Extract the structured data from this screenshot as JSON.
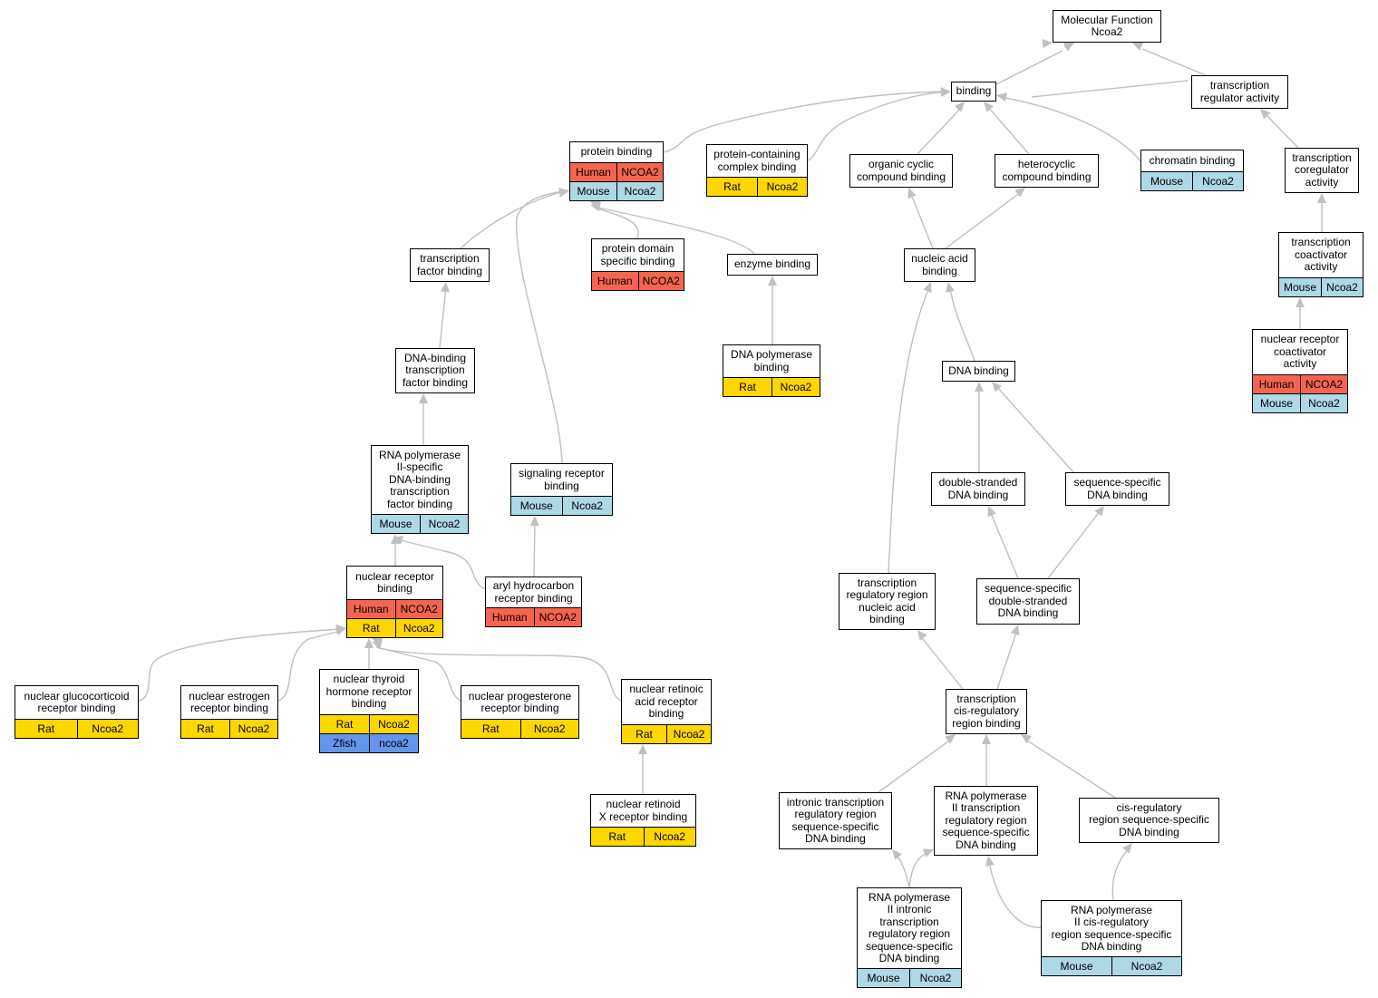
{
  "colors": {
    "Human": "#f4644e",
    "Mouse": "#add8e6",
    "Rat": "#ffd700",
    "Zfish": "#6495ed",
    "edge": "#c0c0c0"
  },
  "nodes": [
    {
      "id": "mf",
      "label": "Molecular Function\nNcoa2",
      "rows": []
    },
    {
      "id": "binding",
      "label": "binding",
      "rows": []
    },
    {
      "id": "tra",
      "label": "transcription\nregulator activity",
      "rows": []
    },
    {
      "id": "pb",
      "label": "protein binding",
      "rows": [
        [
          "Human",
          "NCOA2"
        ],
        [
          "Mouse",
          "Ncoa2"
        ]
      ]
    },
    {
      "id": "pccb",
      "label": "protein-containing\ncomplex binding",
      "rows": [
        [
          "Rat",
          "Ncoa2"
        ]
      ]
    },
    {
      "id": "occb",
      "label": "organic cyclic\ncompound binding",
      "rows": []
    },
    {
      "id": "hcb",
      "label": "heterocyclic\ncompound binding",
      "rows": []
    },
    {
      "id": "cb",
      "label": "chromatin binding",
      "rows": [
        [
          "Mouse",
          "Ncoa2"
        ]
      ]
    },
    {
      "id": "tcra",
      "label": "transcription\ncoregulator\nactivity",
      "rows": []
    },
    {
      "id": "tfb",
      "label": "transcription\nfactor binding",
      "rows": []
    },
    {
      "id": "pdsb",
      "label": "protein domain\nspecific binding",
      "rows": [
        [
          "Human",
          "NCOA2"
        ]
      ]
    },
    {
      "id": "eb",
      "label": "enzyme binding",
      "rows": []
    },
    {
      "id": "nab",
      "label": "nucleic acid\nbinding",
      "rows": []
    },
    {
      "id": "tcaa",
      "label": "transcription\ncoactivator\nactivity",
      "rows": [
        [
          "Mouse",
          "Ncoa2"
        ]
      ]
    },
    {
      "id": "nrca",
      "label": "nuclear receptor\ncoactivator\nactivity",
      "rows": [
        [
          "Human",
          "NCOA2"
        ],
        [
          "Mouse",
          "Ncoa2"
        ]
      ]
    },
    {
      "id": "dbtfb",
      "label": "DNA-binding\ntranscription\nfactor binding",
      "rows": []
    },
    {
      "id": "dpb",
      "label": "DNA polymerase\nbinding",
      "rows": [
        [
          "Rat",
          "Ncoa2"
        ]
      ]
    },
    {
      "id": "db",
      "label": "DNA binding",
      "rows": []
    },
    {
      "id": "rnap2",
      "label": "RNA polymerase\nII-specific\nDNA-binding\ntranscription\nfactor binding",
      "rows": [
        [
          "Mouse",
          "Ncoa2"
        ]
      ]
    },
    {
      "id": "srb",
      "label": "signaling receptor\nbinding",
      "rows": [
        [
          "Mouse",
          "Ncoa2"
        ]
      ]
    },
    {
      "id": "dsdb",
      "label": "double-stranded\nDNA binding",
      "rows": []
    },
    {
      "id": "ssdb",
      "label": "sequence-specific\nDNA binding",
      "rows": []
    },
    {
      "id": "nrb",
      "label": "nuclear receptor\nbinding",
      "rows": [
        [
          "Human",
          "NCOA2"
        ],
        [
          "Rat",
          "Ncoa2"
        ]
      ]
    },
    {
      "id": "ahrb",
      "label": "aryl hydrocarbon\nreceptor binding",
      "rows": [
        [
          "Human",
          "NCOA2"
        ]
      ]
    },
    {
      "id": "trrnab",
      "label": "transcription\nregulatory region\nnucleic acid\nbinding",
      "rows": []
    },
    {
      "id": "ssdsdb",
      "label": "sequence-specific\ndouble-stranded\nDNA binding",
      "rows": []
    },
    {
      "id": "ngrb",
      "label": "nuclear glucocorticoid\nreceptor binding",
      "rows": [
        [
          "Rat",
          "Ncoa2"
        ]
      ]
    },
    {
      "id": "nerb",
      "label": "nuclear estrogen\nreceptor binding",
      "rows": [
        [
          "Rat",
          "Ncoa2"
        ]
      ]
    },
    {
      "id": "nthrb",
      "label": "nuclear thyroid\nhormone receptor\nbinding",
      "rows": [
        [
          "Rat",
          "Ncoa2"
        ],
        [
          "Zfish",
          "ncoa2"
        ]
      ]
    },
    {
      "id": "nprb",
      "label": "nuclear progesterone\nreceptor binding",
      "rows": [
        [
          "Rat",
          "Ncoa2"
        ]
      ]
    },
    {
      "id": "nrarb",
      "label": "nuclear retinoic\nacid receptor\nbinding",
      "rows": [
        [
          "Rat",
          "Ncoa2"
        ]
      ]
    },
    {
      "id": "tcrrb",
      "label": "transcription\ncis-regulatory\nregion binding",
      "rows": []
    },
    {
      "id": "nrxrb",
      "label": "nuclear retinoid\nX receptor binding",
      "rows": [
        [
          "Rat",
          "Ncoa2"
        ]
      ]
    },
    {
      "id": "itrr",
      "label": "intronic transcription\nregulatory region\nsequence-specific\nDNA binding",
      "rows": []
    },
    {
      "id": "rnap2trr",
      "label": "RNA polymerase\nII transcription\nregulatory region\nsequence-specific\nDNA binding",
      "rows": []
    },
    {
      "id": "crrss",
      "label": "cis-regulatory\nregion sequence-specific\nDNA binding",
      "rows": []
    },
    {
      "id": "rnap2itrr",
      "label": "RNA polymerase\nII intronic\ntranscription\nregulatory region\nsequence-specific\nDNA binding",
      "rows": [
        [
          "Mouse",
          "Ncoa2"
        ]
      ]
    },
    {
      "id": "rnap2crr",
      "label": "RNA polymerase\nII cis-regulatory\nregion sequence-specific\nDNA binding",
      "rows": [
        [
          "Mouse",
          "Ncoa2"
        ]
      ]
    }
  ]
}
